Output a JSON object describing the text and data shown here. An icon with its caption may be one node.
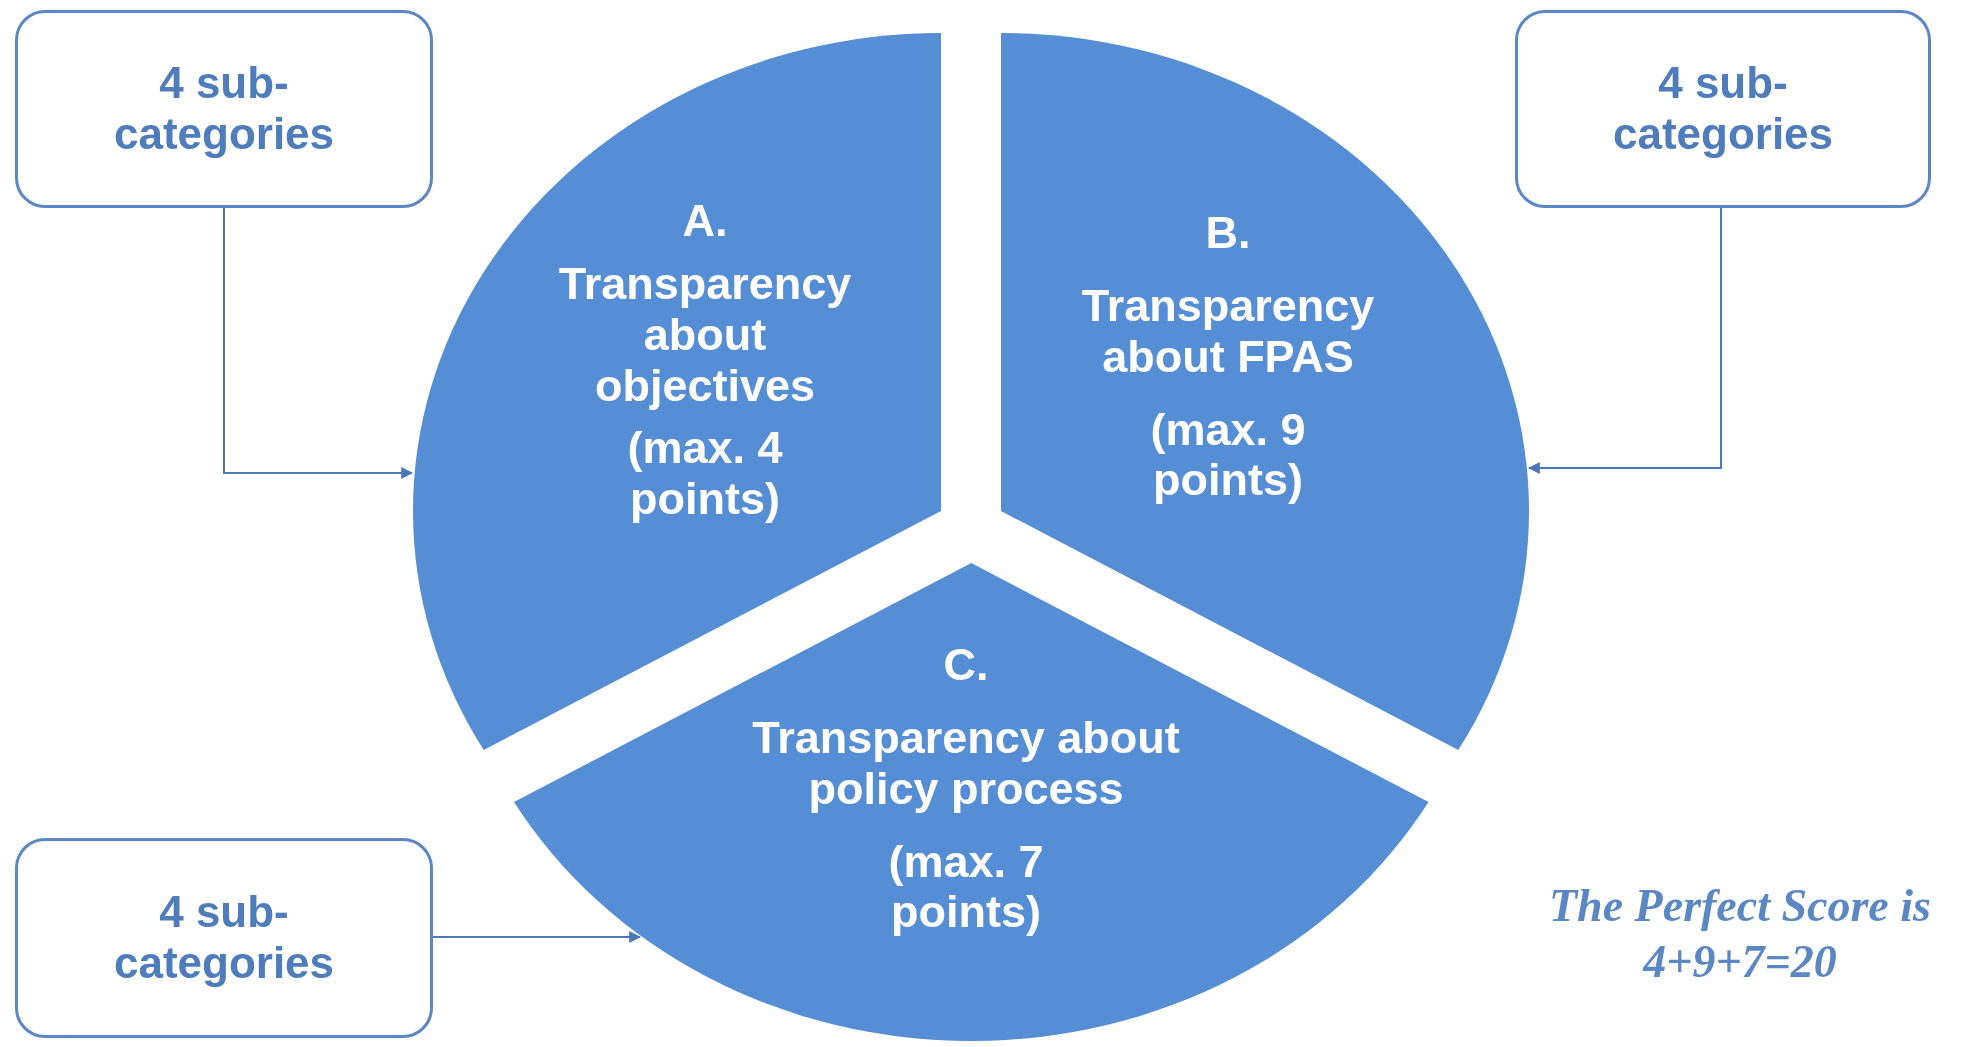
{
  "diagram": {
    "nodes": [
      {
        "text": [
          "4 sub-categories"
        ]
      },
      {
        "text": [
          "A.",
          "Transparency about objectives",
          "(max. 4 points)"
        ]
      },
      {
        "text": [
          "B.",
          "Transparency about FPAS",
          "(max. 9 points)"
        ]
      },
      {
        "text": [
          "4 sub-categories"
        ]
      },
      {
        "text": [
          "C.",
          "Transparency about policy process",
          "(max. 7 points)"
        ]
      },
      {
        "text": [
          "4 sub-categories"
        ]
      }
    ],
    "edges": [
      {
        "from": 0,
        "to": 1,
        "arrow": "to"
      },
      {
        "from": 3,
        "to": 2,
        "arrow": "to"
      },
      {
        "from": 5,
        "to": 4,
        "arrow": "to"
      }
    ],
    "labels": [
      "The Perfect Score is 4+9+7=20"
    ]
  }
}
